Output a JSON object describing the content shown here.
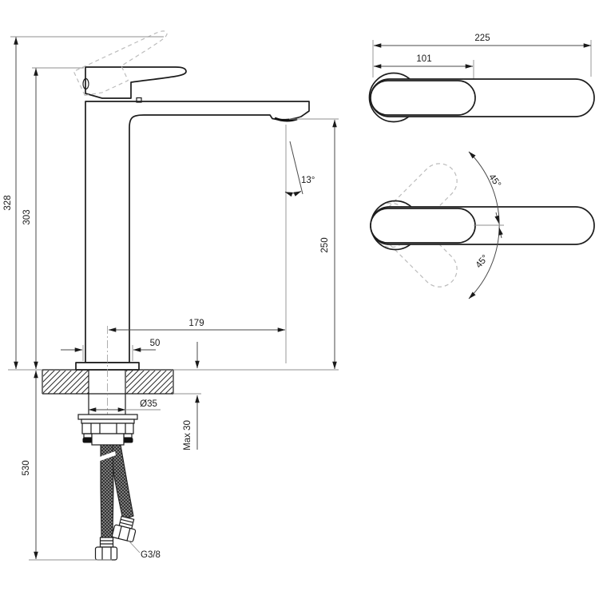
{
  "drawing": {
    "subject": "single-lever tall basin mixer - installation dimensions"
  },
  "dims": {
    "total_height": "328",
    "spout_top_height": "303",
    "hose_length": "530",
    "outlet_height": "250",
    "outlet_reach": "179",
    "base_width": "50",
    "outlet_angle": "13°",
    "shank_diameter": "Ø35",
    "max_counter_thickness": "Max 30",
    "hose_thread": "G3/8",
    "overall_length": "225",
    "handle_length": "101",
    "handle_swing_up": "45°",
    "handle_swing_down": "45°"
  }
}
